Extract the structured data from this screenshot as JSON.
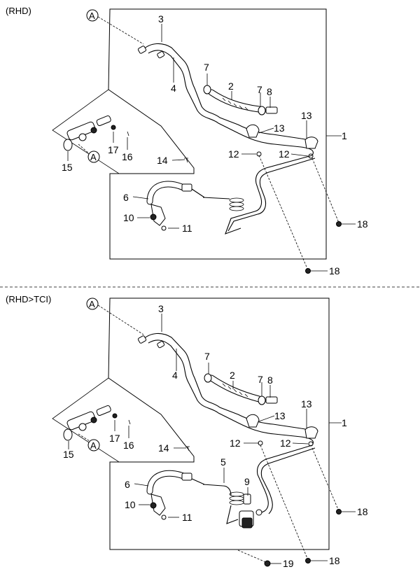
{
  "sections": [
    {
      "caption": "(RHD)",
      "callouts": [
        "1",
        "2",
        "3",
        "4",
        "6",
        "7",
        "7",
        "8",
        "10",
        "11",
        "12",
        "12",
        "13",
        "13",
        "14",
        "15",
        "16",
        "17",
        "18",
        "18"
      ],
      "ref_circles": [
        "A",
        "A"
      ]
    },
    {
      "caption": "(RHD>TCI)",
      "callouts": [
        "1",
        "2",
        "3",
        "4",
        "5",
        "6",
        "7",
        "7",
        "8",
        "9",
        "10",
        "11",
        "12",
        "12",
        "13",
        "13",
        "14",
        "15",
        "16",
        "17",
        "18",
        "18",
        "19"
      ],
      "ref_circles": [
        "A",
        "A"
      ]
    }
  ]
}
